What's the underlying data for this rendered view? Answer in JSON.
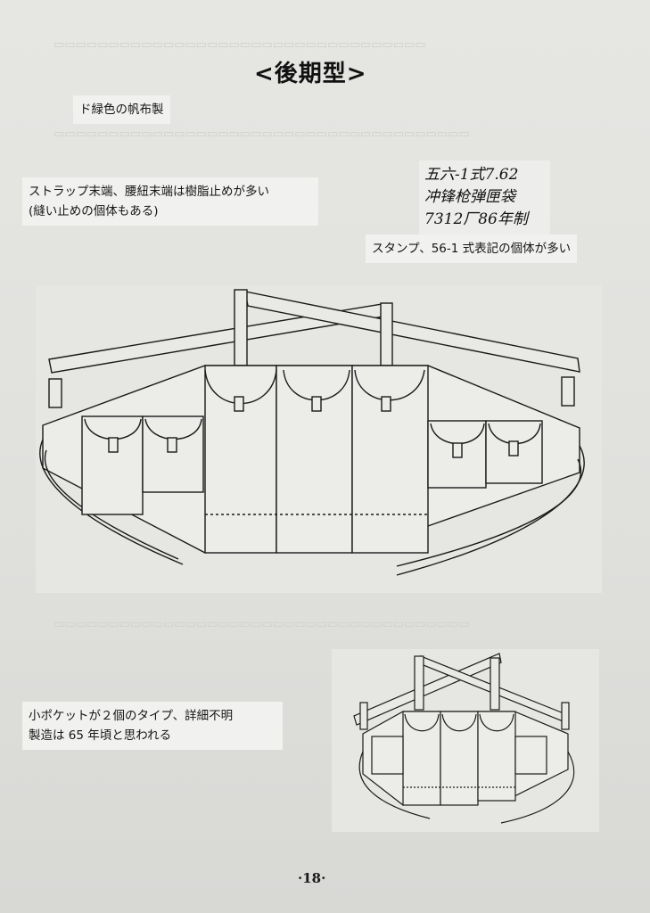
{
  "page": {
    "title": "<後期型>",
    "page_number": "·18·"
  },
  "labels": {
    "material": "ド緑色の帆布製",
    "strap_end_line1": "ストラップ末端、腰紐末端は樹脂止めが多い",
    "strap_end_line2": "(縫い止めの個体もある)",
    "stamp_note": "スタンプ、56-1 式表記の個体が多い",
    "small_pocket_line1": "小ポケットが２個のタイプ、詳細不明",
    "small_pocket_line2": "製造は 65 年頃と思われる"
  },
  "stamp": {
    "line1": "五六-1式7.62",
    "line2": "冲锋枪弹匣袋",
    "line3": "7312厂86年制"
  }
}
